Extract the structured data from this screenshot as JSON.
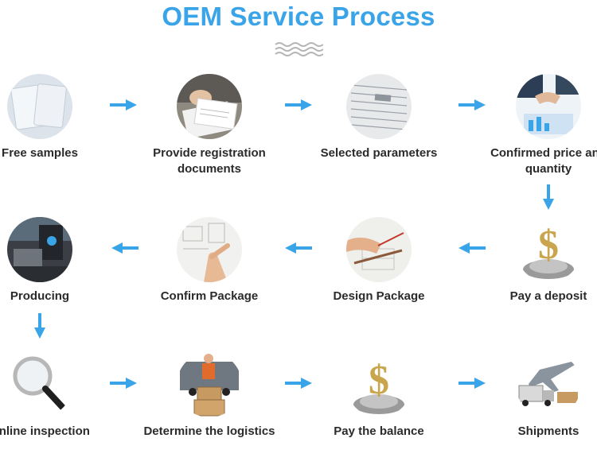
{
  "title": "OEM Service Process",
  "accent_color": "#3aa4e8",
  "steps": [
    {
      "label": "Free samples",
      "icon": "sample-cards-icon"
    },
    {
      "label": "Provide registration documents",
      "icon": "documents-icon"
    },
    {
      "label": "Selected parameters",
      "icon": "parameters-sheet-icon"
    },
    {
      "label": "Confirmed price and quantity",
      "icon": "handshake-icon"
    },
    {
      "label": "Pay a deposit",
      "icon": "dollar-coins-icon"
    },
    {
      "label": "Design Package",
      "icon": "design-drawing-icon"
    },
    {
      "label": "Confirm Package",
      "icon": "confirm-drawing-icon"
    },
    {
      "label": "Producing",
      "icon": "factory-machine-icon"
    },
    {
      "label": "Online inspection",
      "icon": "magnifier-icon"
    },
    {
      "label": "Determine the logistics",
      "icon": "delivery-truck-icon"
    },
    {
      "label": "Pay the balance",
      "icon": "dollar-coins-icon"
    },
    {
      "label": "Shipments",
      "icon": "airplane-cargo-icon"
    }
  ]
}
